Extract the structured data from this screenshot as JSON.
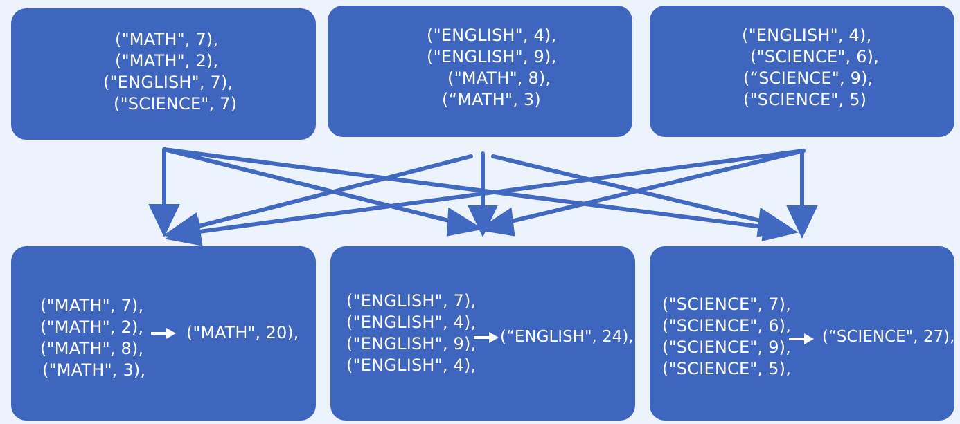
{
  "mappers": [
    {
      "lines": [
        "(\"MATH\", 7),",
        "(\"MATH\", 2),",
        "(\"ENGLISH\", 7),",
        "(\"SCIENCE\", 7)"
      ]
    },
    {
      "lines": [
        "(\"ENGLISH\", 4),",
        "(\"ENGLISH\", 9),",
        "(\"MATH\", 8),",
        "(“MATH\", 3)"
      ]
    },
    {
      "lines": [
        "(\"ENGLISH\", 4),",
        "(\"SCIENCE\", 6),",
        "(“SCIENCE\", 9),",
        "(\"SCIENCE\", 5)"
      ]
    }
  ],
  "reducers": [
    {
      "lines": [
        "(\"MATH\", 7),",
        "(\"MATH\", 2),",
        "(\"MATH\", 8),",
        "(\"MATH\", 3),"
      ],
      "result": "(\"MATH\", 20),"
    },
    {
      "lines": [
        "(\"ENGLISH\", 7),",
        "(\"ENGLISH\", 4),",
        "(\"ENGLISH\", 9),",
        "(\"ENGLISH\", 4),"
      ],
      "result": "(“ENGLISH\", 24),"
    },
    {
      "lines": [
        "(\"SCIENCE\", 7),",
        "(\"SCIENCE\", 6),",
        "(\"SCIENCE\", 9),",
        "(\"SCIENCE\", 5),"
      ],
      "result": "(“SCIENCE\", 27),"
    }
  ],
  "colors": {
    "box": "#3f66bf",
    "arrow": "#4169c2",
    "background": "#edf3fd"
  },
  "icons": {
    "flow": "shuffle-arrow-icon",
    "reduce": "right-arrow-icon"
  }
}
